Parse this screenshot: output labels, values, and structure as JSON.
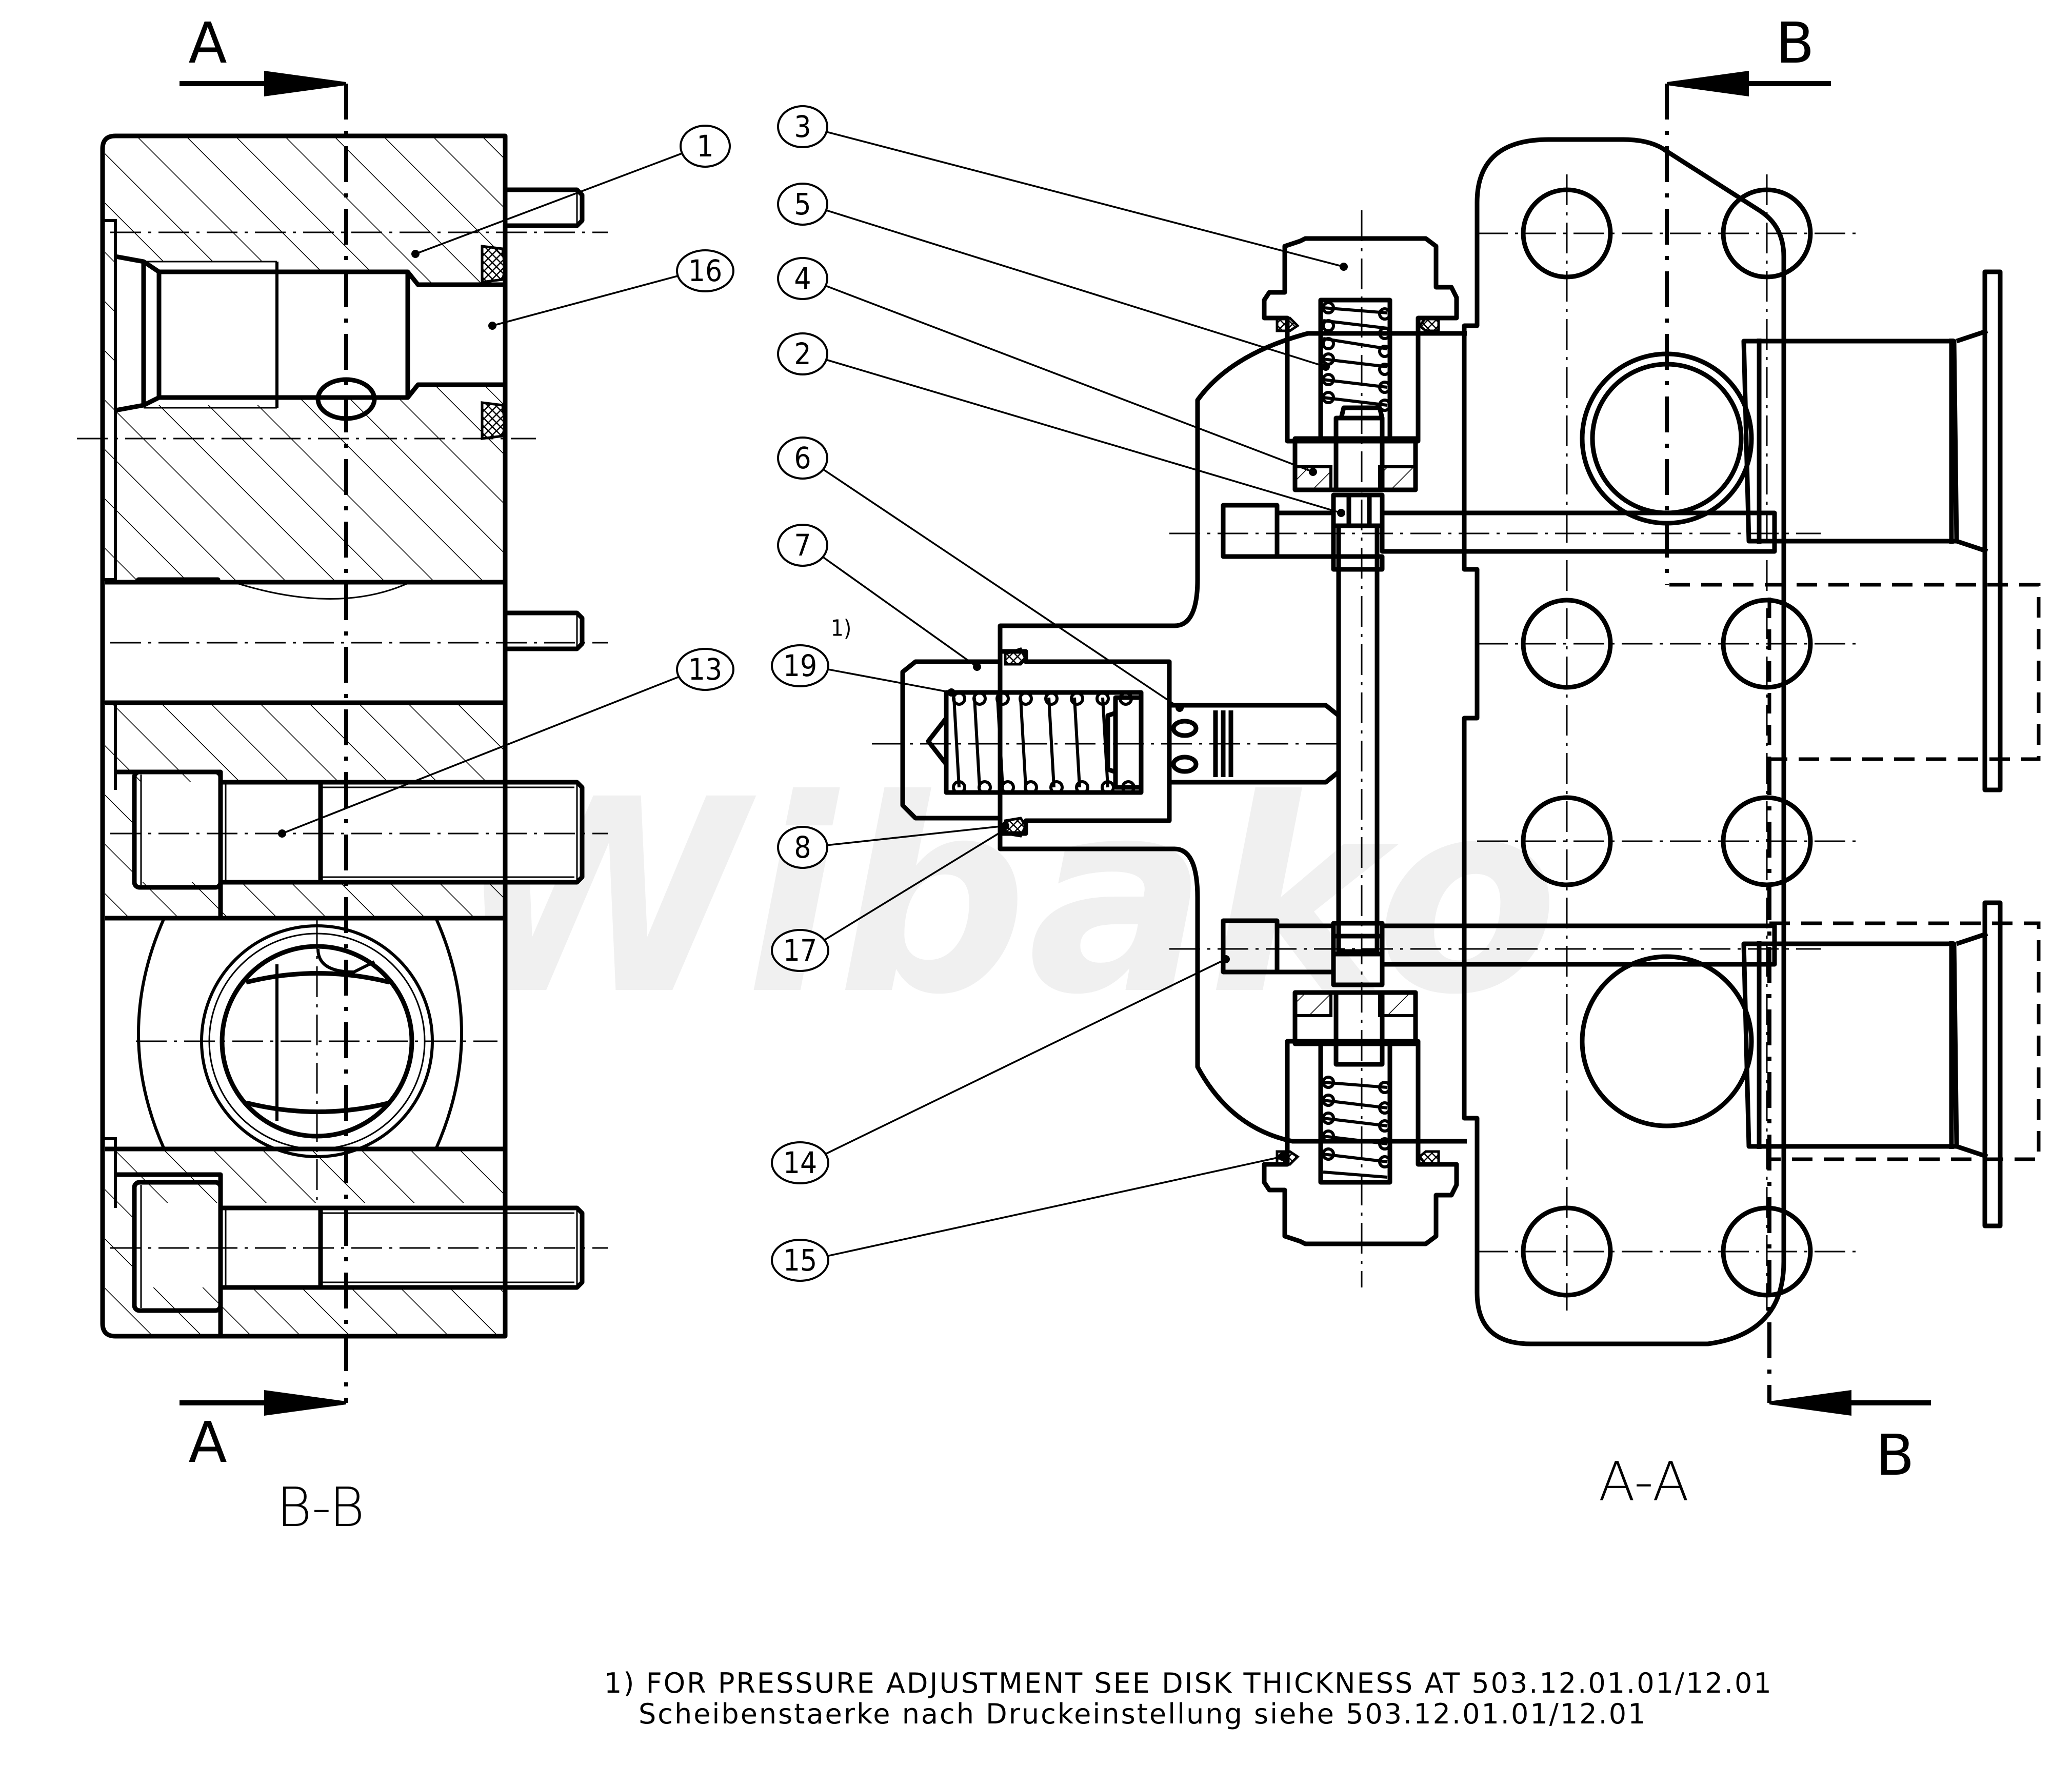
{
  "drawing": {
    "watermark": "Wibako",
    "views": [
      {
        "id": "left",
        "title": "B-B"
      },
      {
        "id": "right",
        "title": "A-A"
      }
    ],
    "section_markers": {
      "left_top": "A",
      "left_bottom": "A",
      "right_top": "B",
      "right_bottom": "B"
    },
    "footnote_marker": "1)",
    "notes": [
      "1) FOR PRESSURE ADJUSTMENT SEE DISK THICKNESS AT 503.12.01.01/12.01",
      "Scheibenstaerke nach Druckeinstellung siehe 503.12.01.01/12.01"
    ],
    "balloons_left": [
      "1",
      "16",
      "13"
    ],
    "balloons_right": [
      "3",
      "5",
      "4",
      "2",
      "6",
      "7",
      "19",
      "8",
      "17",
      "14",
      "15"
    ],
    "colors": {
      "line": "#000000",
      "background": "#ffffff",
      "watermark": "#f0f0f0"
    }
  }
}
